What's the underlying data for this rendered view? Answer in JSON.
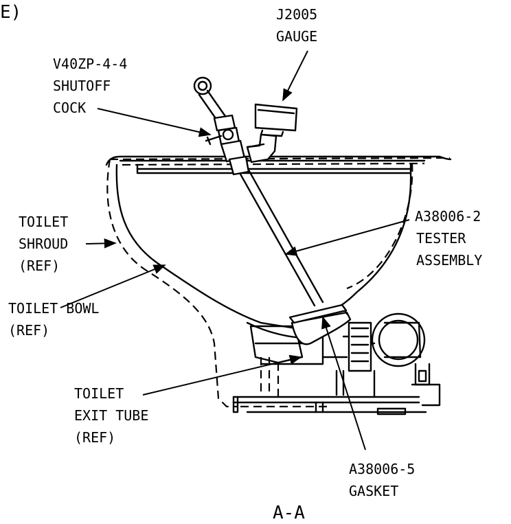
{
  "labels": {
    "top_fragment": "E)",
    "gauge": {
      "line1": "J2005",
      "line2": "GAUGE"
    },
    "shutoff_cock": {
      "line1": "V40ZP-4-4",
      "line2": "SHUTOFF",
      "line3": "COCK"
    },
    "toilet_shroud": {
      "line1": "TOILET",
      "line2": "SHROUD",
      "line3": "(REF)"
    },
    "tester_assembly": {
      "line1": "A38006-2",
      "line2": "TESTER",
      "line3": "ASSEMBLY"
    },
    "toilet_bowl": {
      "line1": "TOILET BOWL",
      "line2": "(REF)"
    },
    "exit_tube": {
      "line1": "TOILET",
      "line2": "EXIT TUBE",
      "line3": "(REF)"
    },
    "gasket": {
      "line1": "A38006-5",
      "line2": "GASKET"
    },
    "section_view": "A-A"
  }
}
